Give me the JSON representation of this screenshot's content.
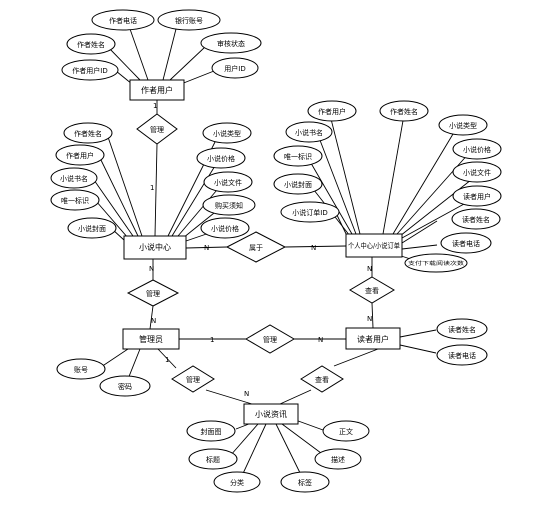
{
  "entities": {
    "author_user": "作者用户",
    "novel_center": "小说中心",
    "personal_center": "个人中心/小说订单",
    "admin": "管理员",
    "reader_user": "读者用户",
    "novel_info": "小说资讯"
  },
  "relations": {
    "manage_1": "管理",
    "belong": "属于",
    "manage_2": "管理",
    "view_1": "查看",
    "manage_3": "管理",
    "manage_4": "管理",
    "view_2": "查看"
  },
  "cardinalities": {
    "c1": "1",
    "c2": "1",
    "c3": "N",
    "c4": "N",
    "c5": "N",
    "c6": "N",
    "c7": "1",
    "c8": "N",
    "c9": "N",
    "c10": "N",
    "c11": "1",
    "c12": "N"
  },
  "attributes": {
    "author_user": [
      "作者电话",
      "银行账号",
      "作者姓名",
      "审核状态",
      "作者用户ID",
      "用户ID"
    ],
    "novel_center": [
      "作者姓名",
      "小说类型",
      "作者用户",
      "小说价格",
      "小说书名",
      "小说文件",
      "唯一标识",
      "购买须知",
      "小说封面",
      "小说价格"
    ],
    "personal_center": [
      "作者用户",
      "作者姓名",
      "小说书名",
      "小说类型",
      "唯一标识",
      "小说价格",
      "小说封面",
      "小说文件",
      "小说订单ID",
      "读者用户",
      "读者姓名",
      "读者电话",
      "支付下载阅读次数"
    ],
    "admin": [
      "账号",
      "密码"
    ],
    "reader_user": [
      "读者姓名",
      "读者电话"
    ],
    "novel_info": [
      "封面图",
      "正文",
      "标题",
      "描述",
      "分类",
      "标签"
    ]
  }
}
